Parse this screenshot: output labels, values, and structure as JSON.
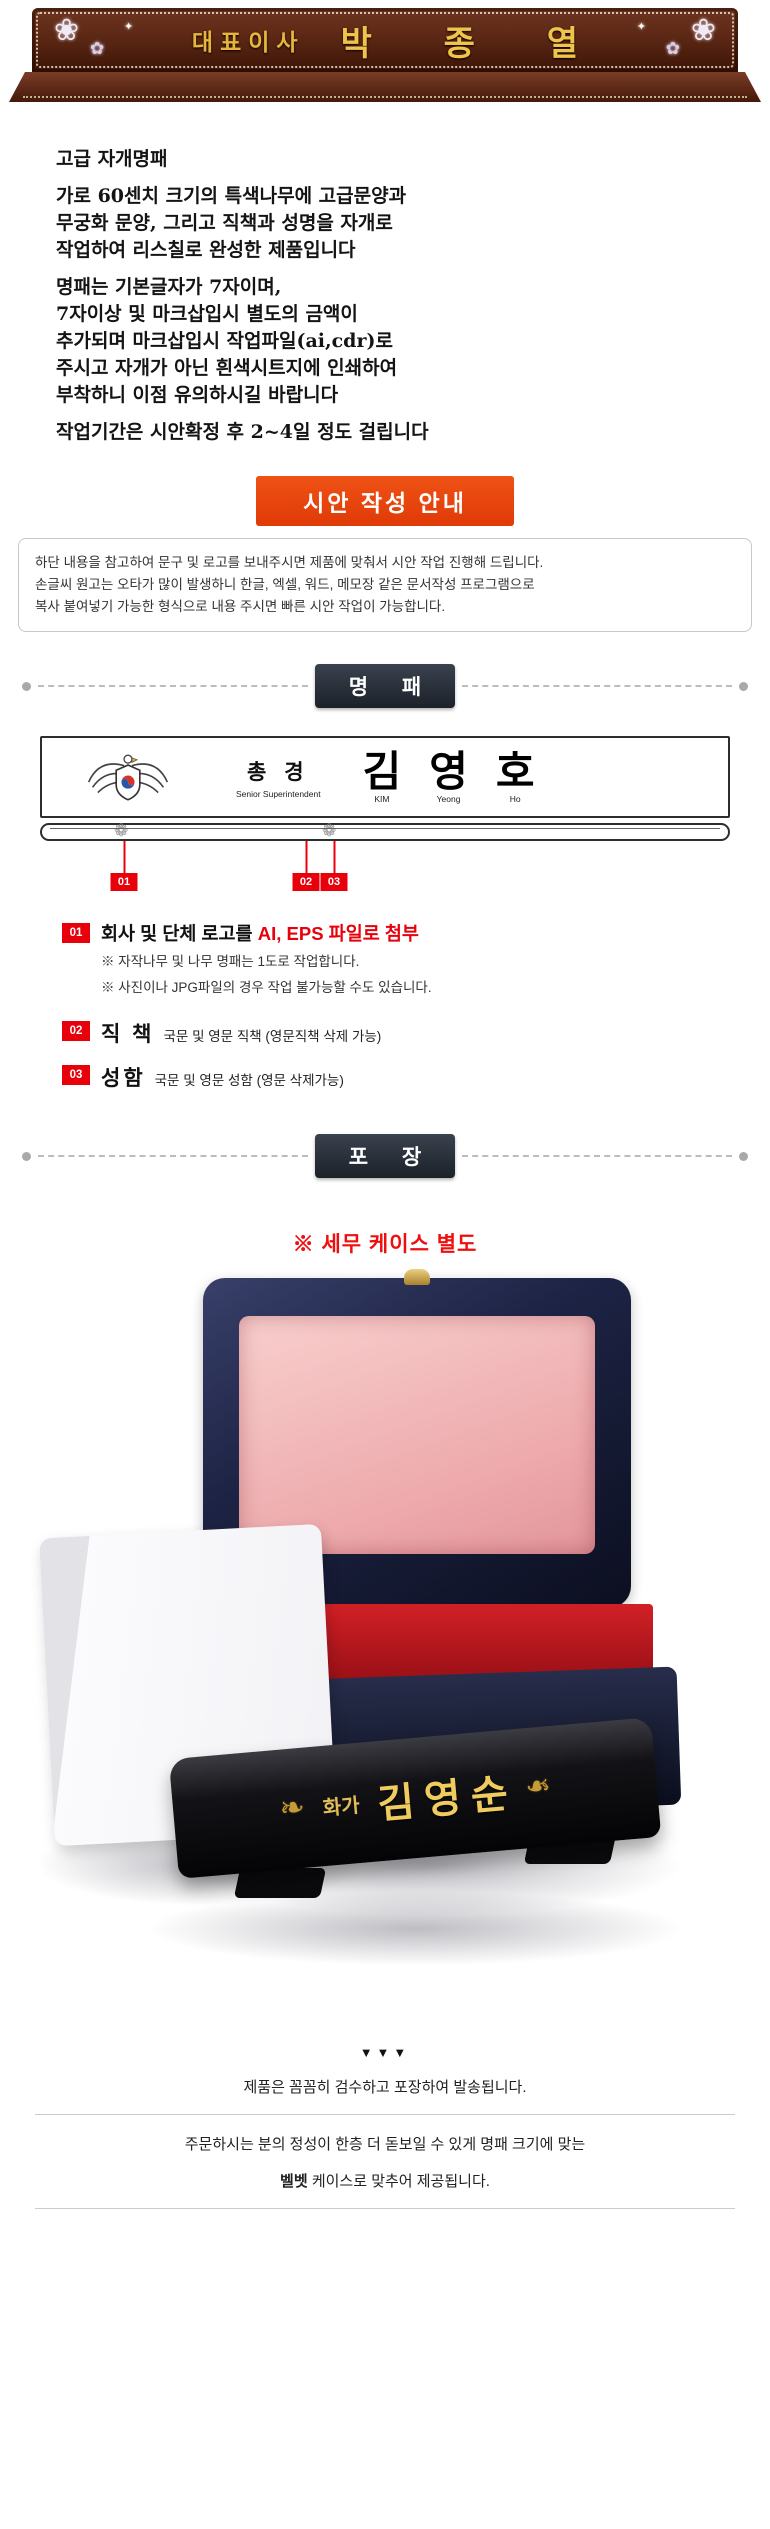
{
  "hero": {
    "title": "대표이사",
    "name": "박 종 열"
  },
  "intro": {
    "title": "고급 자개명패",
    "lines1": [
      "가로 60센치 크기의 특색나무에 고급문양과",
      "무궁화 문양, 그리고 직책과 성명을 자개로",
      "작업하여 리스칠로 완성한 제품입니다"
    ],
    "lines2": [
      "명패는 기본글자가 7자이며,",
      "7자이상 및 마크삽입시 별도의 금액이",
      "추가되며 마크삽입시 작업파일(ai,cdr)로",
      "주시고 자개가 아닌 흰색시트지에 인쇄하여",
      "부착하니 이점 유의하시길 바랍니다"
    ],
    "line3": "작업기간은 시안확정 후 2~4일 정도 걸립니다"
  },
  "guide": {
    "banner": "시안 작성 안내",
    "box_lines": [
      "하단 내용을 참고하여 문구 및 로고를 보내주시면 제품에 맞춰서 시안 작업 진행해 드립니다.",
      "손글씨 원고는 오타가 많이 발생하니 한글, 엑셀, 워드, 메모장 같은 문서작성 프로그램으로",
      "복사 붙여넣기 가능한 형식으로 내용 주시면 빠른 시안 작업이 가능합니다."
    ]
  },
  "sections": {
    "nameplate": "명 패",
    "packing": "포 장"
  },
  "diagram": {
    "position_label": "총 경",
    "position_sub": "Senior Superintendent",
    "name_chars": [
      {
        "ko": "김",
        "en": "KIM"
      },
      {
        "ko": "영",
        "en": "Yeong"
      },
      {
        "ko": "호",
        "en": "Ho"
      }
    ],
    "markers": [
      "01",
      "02",
      "03"
    ]
  },
  "notes": {
    "item1": {
      "num": "01",
      "text_black": "회사 및 단체 로고를 ",
      "text_red": "AI, EPS 파일로 첨부",
      "sub": [
        "※ 자작나무 및 나무 명패는 1도로 작업합니다.",
        "※ 사진이나 JPG파일의 경우 작업 불가능할 수도 있습니다."
      ]
    },
    "item2": {
      "num": "02",
      "title": "직 책",
      "desc": "국문 및 영문 직책 (영문직책 삭제 가능)"
    },
    "item3": {
      "num": "03",
      "title": "성함",
      "desc": "국문 및 영문 성함 (영문 삭제가능)"
    }
  },
  "packing": {
    "notice": "※ 세무 케이스 별도",
    "case_plate_title": "화가",
    "case_plate_name": "김영순"
  },
  "footer": {
    "arrows": "▼▼▼",
    "line1": "제품은 꼼꼼히 검수하고 포장하여 발송됩니다.",
    "line2": "주문하시는 분의 정성이 한층 더 돋보일 수 있게 명패 크기에 맞는",
    "line3_bold": "벨벳",
    "line3_rest": " 케이스로 맞추어 제공됩니다."
  },
  "icons": {
    "flower": "❀",
    "flower2": "✿",
    "sparkle": "✦",
    "ornament": "❁",
    "flourish": "❧"
  },
  "colors": {
    "accent_red": "#e8000b",
    "banner_orange": "#e8400e",
    "ribbon_navy": "#20262e",
    "gold": "#e7b53c",
    "case_navy": "#1d2344",
    "notice_red": "#ef0f0f"
  }
}
